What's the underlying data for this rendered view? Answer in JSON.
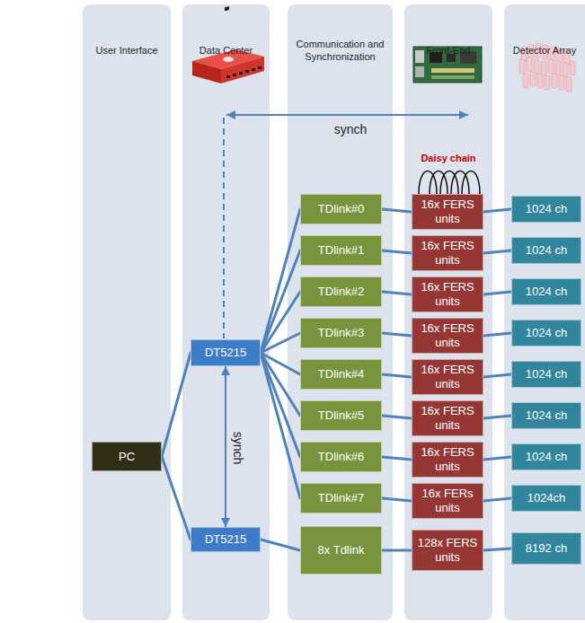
{
  "diagram": {
    "nodes": [
      {
        "text": [
          "User Interface"
        ]
      },
      {
        "text": [
          "PC"
        ],
        "in": 0
      },
      {
        "text": [
          "Data Center"
        ]
      },
      {
        "text": [
          "DT5215"
        ],
        "in": 2
      },
      {
        "text": [
          "DT5215"
        ],
        "in": 2
      },
      {
        "text": [
          "Communication and Synchronization"
        ]
      },
      {
        "text": [
          "TDlink#0"
        ],
        "in": 5
      },
      {
        "text": [
          "TDlink#1"
        ],
        "in": 5
      },
      {
        "text": [
          "TDlink#2"
        ],
        "in": 5
      },
      {
        "text": [
          "TDlink#3"
        ],
        "in": 5
      },
      {
        "text": [
          "TDlink#4"
        ],
        "in": 5
      },
      {
        "text": [
          "TDlink#5"
        ],
        "in": 5
      },
      {
        "text": [
          "TDlink#6"
        ],
        "in": 5
      },
      {
        "text": [
          "TDlink#7"
        ],
        "in": 5
      },
      {
        "text": [
          "8x Tdlink"
        ],
        "in": 5
      },
      {
        "text": [
          "Front-End"
        ]
      },
      {
        "text": [
          "16x FERS units"
        ],
        "in": 15
      },
      {
        "text": [
          "16x FERS units"
        ],
        "in": 15
      },
      {
        "text": [
          "16x FERS units"
        ],
        "in": 15
      },
      {
        "text": [
          "16x FERS units"
        ],
        "in": 15
      },
      {
        "text": [
          "16x FERS units"
        ],
        "in": 15
      },
      {
        "text": [
          "16x FERS units"
        ],
        "in": 15
      },
      {
        "text": [
          "16x FERS units"
        ],
        "in": 15
      },
      {
        "text": [
          "16x FERs units"
        ],
        "in": 15
      },
      {
        "text": [
          "128x FERS units"
        ],
        "in": 15
      },
      {
        "text": [
          "Detector Array"
        ]
      },
      {
        "text": [
          "1024 ch"
        ],
        "in": 25
      },
      {
        "text": [
          "1024 ch"
        ],
        "in": 25
      },
      {
        "text": [
          "1024 ch"
        ],
        "in": 25
      },
      {
        "text": [
          "1024 ch"
        ],
        "in": 25
      },
      {
        "text": [
          "1024 ch"
        ],
        "in": 25
      },
      {
        "text": [
          "1024 ch"
        ],
        "in": 25
      },
      {
        "text": [
          "1024 ch"
        ],
        "in": 25
      },
      {
        "text": [
          "1024ch"
        ],
        "in": 25
      },
      {
        "text": [
          "8192 ch"
        ],
        "in": 25
      }
    ],
    "edges": [
      {
        "from": 1,
        "to": 3,
        "arrow": "none"
      },
      {
        "from": 1,
        "to": 4,
        "arrow": "none"
      },
      {
        "from": 3,
        "to": 6,
        "arrow": "none"
      },
      {
        "from": 3,
        "to": 7,
        "arrow": "none"
      },
      {
        "from": 3,
        "to": 8,
        "arrow": "none"
      },
      {
        "from": 3,
        "to": 9,
        "arrow": "none"
      },
      {
        "from": 3,
        "to": 10,
        "arrow": "none"
      },
      {
        "from": 3,
        "to": 11,
        "arrow": "none"
      },
      {
        "from": 3,
        "to": 12,
        "arrow": "none"
      },
      {
        "from": 3,
        "to": 13,
        "arrow": "none"
      },
      {
        "from": 4,
        "to": 14,
        "arrow": "none"
      },
      {
        "from": 3,
        "to": 4,
        "label": "synch",
        "arrow": "both"
      },
      {
        "from": 6,
        "to": 16,
        "arrow": "none"
      },
      {
        "from": 7,
        "to": 17,
        "arrow": "none"
      },
      {
        "from": 8,
        "to": 18,
        "arrow": "none"
      },
      {
        "from": 9,
        "to": 19,
        "arrow": "none"
      },
      {
        "from": 10,
        "to": 20,
        "arrow": "none"
      },
      {
        "from": 11,
        "to": 21,
        "arrow": "none"
      },
      {
        "from": 12,
        "to": 22,
        "arrow": "none"
      },
      {
        "from": 13,
        "to": 23,
        "arrow": "none"
      },
      {
        "from": 14,
        "to": 24,
        "arrow": "none"
      },
      {
        "from": 16,
        "to": 26,
        "arrow": "none"
      },
      {
        "from": 17,
        "to": 27,
        "arrow": "none"
      },
      {
        "from": 18,
        "to": 28,
        "arrow": "none"
      },
      {
        "from": 19,
        "to": 29,
        "arrow": "none"
      },
      {
        "from": 20,
        "to": 30,
        "arrow": "none"
      },
      {
        "from": 21,
        "to": 31,
        "arrow": "none"
      },
      {
        "from": 22,
        "to": 32,
        "arrow": "none"
      },
      {
        "from": 23,
        "to": 33,
        "arrow": "none"
      },
      {
        "from": 24,
        "to": 34,
        "arrow": "none"
      }
    ],
    "labels": [
      "synch",
      "Daisy chain"
    ]
  }
}
